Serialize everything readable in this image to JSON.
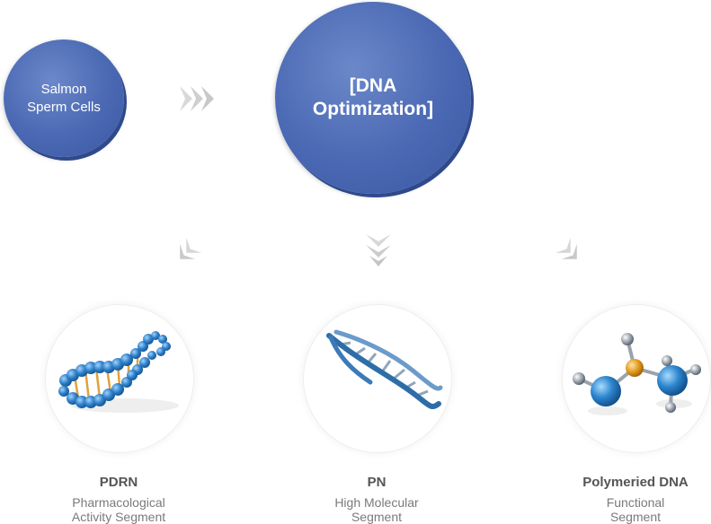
{
  "source": {
    "label": "Salmon Sperm Cells"
  },
  "process": {
    "label": "[DNA Optimization]"
  },
  "products": [
    {
      "name": "PDRN",
      "desc_line1": "Pharmacological",
      "desc_line2": "Activity Segment",
      "icon": "dna-strand-ball-icon"
    },
    {
      "name": "PN",
      "desc_line1": "High Molecular",
      "desc_line2": "Segment",
      "icon": "double-helix-icon"
    },
    {
      "name": "Polymeried DNA",
      "desc_line1": "Functional",
      "desc_line2": "Segment",
      "icon": "molecule-icon"
    }
  ],
  "colors": {
    "circle": "#4a68b3",
    "arrow": "#d4d4d4",
    "helix": "#3b8fd3",
    "rung": "#e0a23a"
  }
}
